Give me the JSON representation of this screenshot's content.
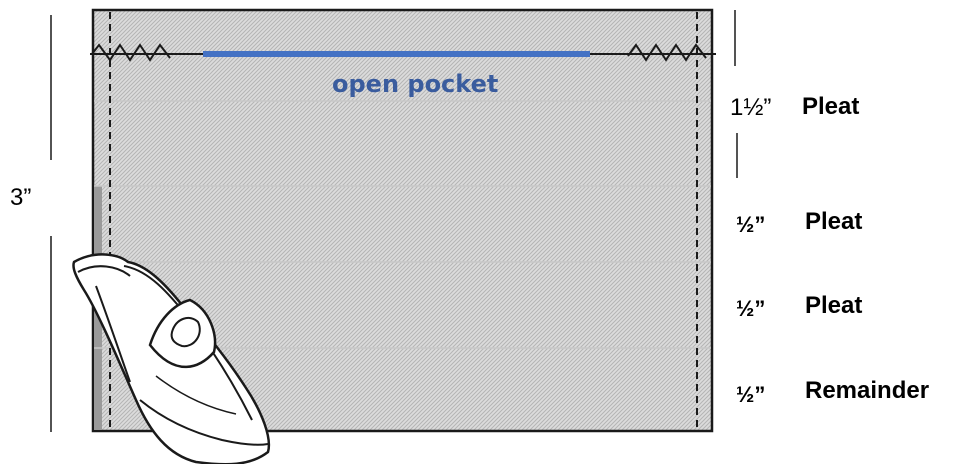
{
  "diagram": {
    "pocket_label": "open pocket",
    "total_height_label": "3”",
    "rows": [
      {
        "measure": "1½”",
        "kind": "Pleat"
      },
      {
        "measure": "½”",
        "kind": "Pleat"
      },
      {
        "measure": "½”",
        "kind": "Pleat"
      },
      {
        "measure": "½”",
        "kind": "Remainder"
      }
    ]
  },
  "colors": {
    "fabric_fill": "#dcdcdc",
    "hatch": "#b4b4b4",
    "outline": "#1a1a1a",
    "pocket_line": "#4472c4",
    "pocket_text": "#3a5c9e"
  },
  "icons": {
    "iron": "iron-icon",
    "zigzag": "zigzag-stitch-icon"
  }
}
